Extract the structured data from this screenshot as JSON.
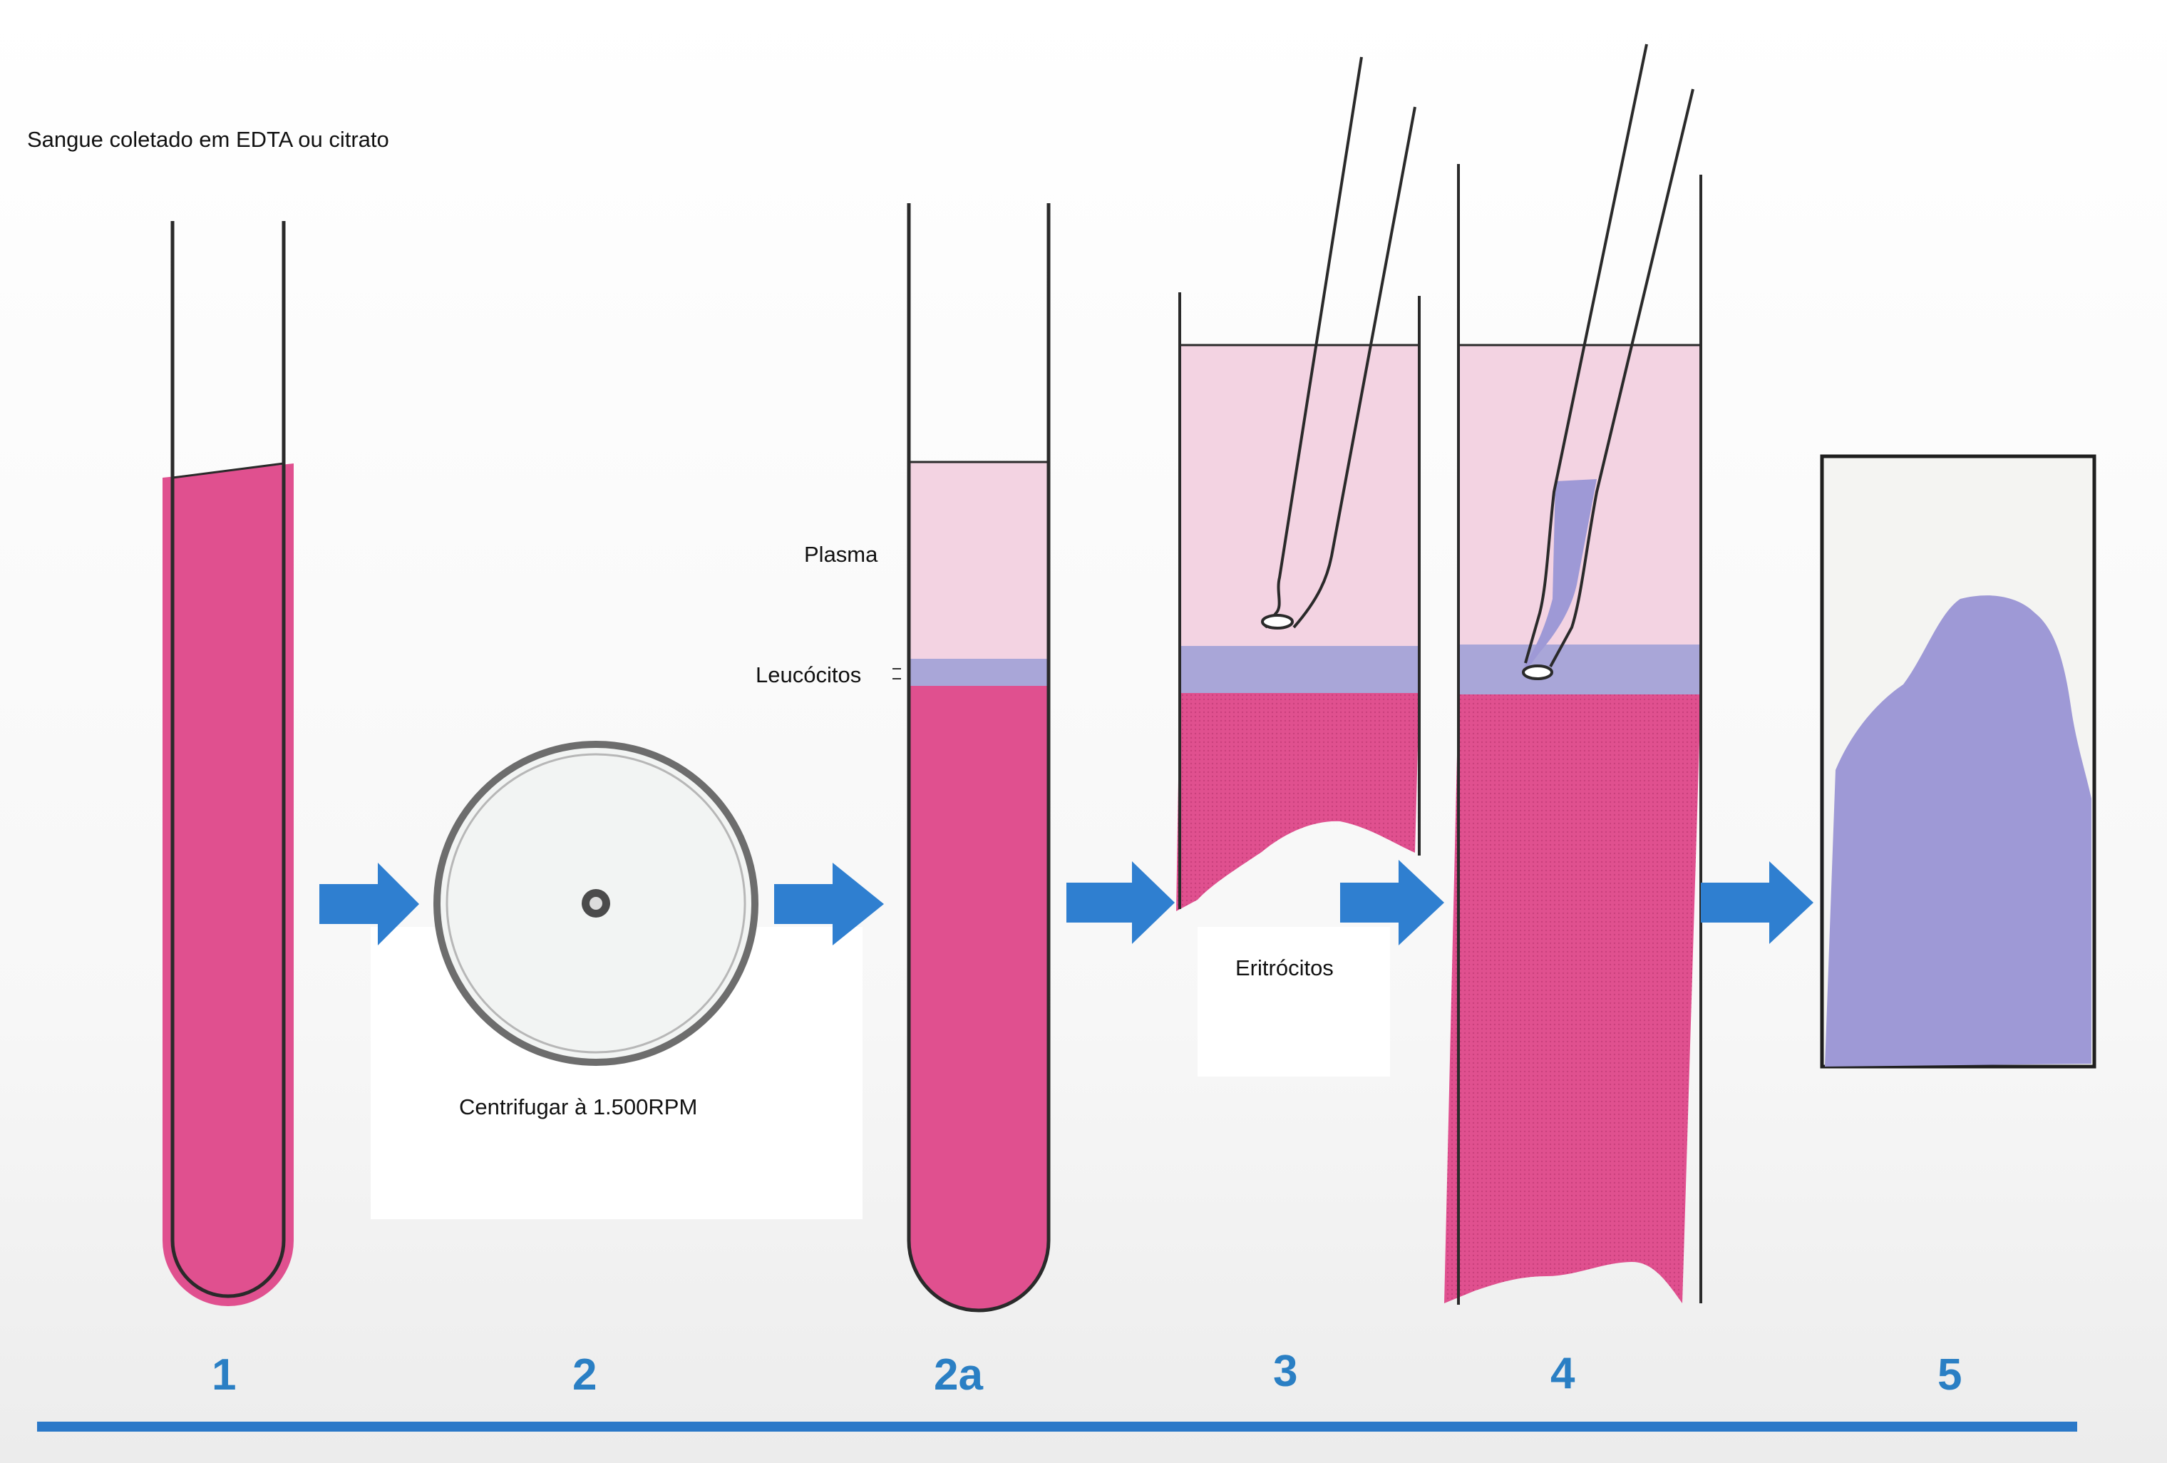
{
  "labels": {
    "title": "Sangue coletado em EDTA ou citrato",
    "plasma": "Plasma",
    "leucocitos": "Leucócitos",
    "eritrocitos": "Eritrócitos",
    "centrifugar": "Centrifugar à 1.500RPM"
  },
  "steps": [
    "1",
    "2",
    "2a",
    "3",
    "4",
    "5"
  ],
  "colors": {
    "blood": "#e0508f",
    "plasma": "#f3d3e2",
    "buffy_coat": "#a9a6d8",
    "smear": "#9e99d6",
    "arrow": "#2f7fd0",
    "baseline": "#2a78c8"
  }
}
